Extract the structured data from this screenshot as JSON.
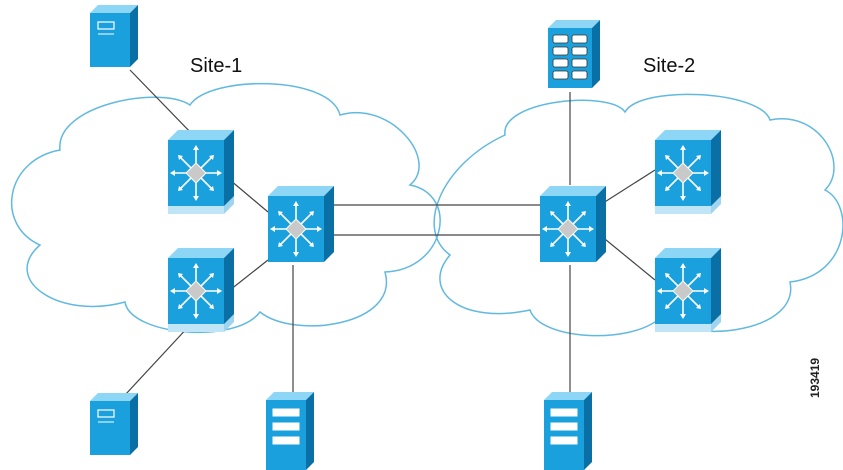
{
  "sites": [
    {
      "label": "Site-1"
    },
    {
      "label": "Site-2"
    }
  ],
  "figure_id": "193419",
  "colors": {
    "device_blue": "#1aa0dc",
    "device_side": "#0a6fa5",
    "device_top": "#8ed6f5",
    "switch_base": "#bfe5f7",
    "cloud_stroke": "#62b9e0",
    "line": "#444444"
  },
  "icons": {
    "switch": "core-switch-icon",
    "server": "server-icon",
    "storage": "storage-array-icon"
  }
}
